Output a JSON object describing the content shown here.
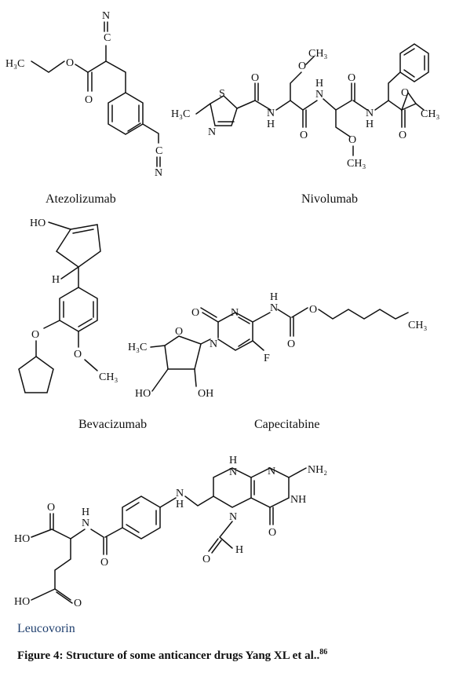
{
  "molecules": [
    {
      "label": "Atezolizumab"
    },
    {
      "label": "Nivolumab"
    },
    {
      "label": "Bevacizumab"
    },
    {
      "label": "Capecitabine"
    },
    {
      "label": "Leucovorin"
    }
  ],
  "caption": {
    "text": "Figure 4: Structure of some anticancer drugs Yang XL et al..",
    "superscript": "86"
  },
  "colors": {
    "ink": "#111111",
    "leucovorin_label": "#1f3f6e"
  }
}
